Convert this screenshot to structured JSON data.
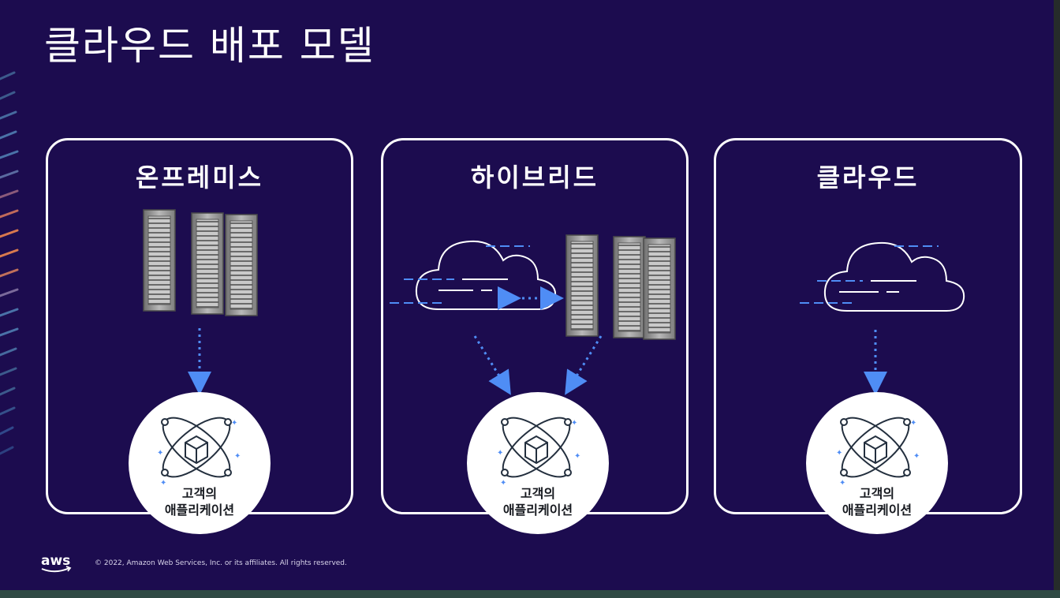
{
  "slide": {
    "title": "클라우드 배포 모델",
    "footer": {
      "logo_text": "aws",
      "copyright": "© 2022, Amazon Web Services, Inc. or its affiliates. All rights reserved."
    }
  },
  "panels": [
    {
      "title": "온프레미스",
      "app_label_line1": "고객의",
      "app_label_line2": "애플리케이션"
    },
    {
      "title": "하이브리드",
      "app_label_line1": "고객의",
      "app_label_line2": "애플리케이션"
    },
    {
      "title": "클라우드",
      "app_label_line1": "고객의",
      "app_label_line2": "애플리케이션"
    }
  ],
  "colors": {
    "background": "#1c0c4f",
    "accent_arrow": "#4f8df5",
    "panel_border": "#ffffff"
  },
  "icons": [
    "server-rack-icon",
    "cloud-icon",
    "application-atom-icon",
    "aws-logo"
  ]
}
